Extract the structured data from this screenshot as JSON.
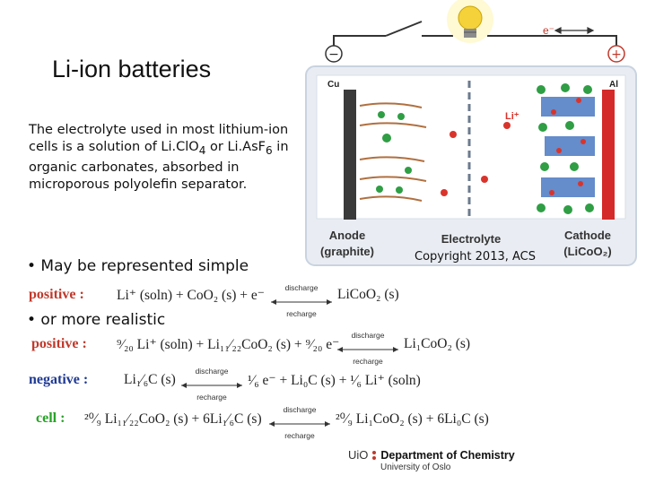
{
  "slide": {
    "title": "Li-ion batteries",
    "paragraph": {
      "part1": "The electrolyte used in most lithium-ion cells is a solution of ",
      "f1": "Li.ClO",
      "f1_sub": "4",
      "or": " or ",
      "f2": "Li.AsF",
      "f2_sub": "6",
      "part2": " in organic carbonates, absorbed in microporous polyolefin separator."
    },
    "bullet1": "• May be represented simple",
    "bullet2": "• or more realistic",
    "copyright": "Copyright 2013, ACS"
  },
  "diagram": {
    "minus_sign": "−",
    "plus_sign": "+",
    "electron": "e⁻",
    "cu_label": "Cu",
    "al_label": "Al",
    "li_label": "Li⁺",
    "anode_label": "Anode",
    "anode_sub": "(graphite)",
    "electrolyte_label": "Electrolyte",
    "cathode_label": "Cathode",
    "cathode_sub": "(LiCoO₂)"
  },
  "equations": {
    "simple_positive": {
      "label": "positive :",
      "left": "Li⁺ (soln) + CoO₂ (s) + e⁻",
      "top": "discharge",
      "bottom": "recharge",
      "right": "LiCoO₂ (s)"
    },
    "real_positive": {
      "label": "positive :",
      "left": "⁹⁄₂₀ Li⁺ (soln) + Li₁₁⁄₂₂CoO₂ (s) + ⁹⁄₂₀ e⁻",
      "top": "discharge",
      "bottom": "recharge",
      "right": "Li₁CoO₂ (s)"
    },
    "real_negative": {
      "label": "negative :",
      "left": "Li₁⁄₆C (s)",
      "top": "discharge",
      "bottom": "recharge",
      "right": "¹⁄₆ e⁻ + Li₀C (s) + ¹⁄₆ Li⁺ (soln)"
    },
    "real_cell": {
      "label": "cell :",
      "left": "²⁰⁄₉ Li₁₁⁄₂₂CoO₂ (s) + 6Li₁⁄₆C (s)",
      "top": "discharge",
      "bottom": "recharge",
      "right": "²⁰⁄₉ Li₁CoO₂ (s) + 6Li₀C (s)"
    }
  },
  "footer": {
    "org_short": "UiO",
    "dept": "Department of Chemistry",
    "university": "University of Oslo"
  },
  "colors": {
    "positive": "#c0392b",
    "negative": "#1f3a93",
    "cell": "#27a327",
    "cathode": "#d42a2a",
    "anode": "#3a3a3a",
    "panel": "#e8ecf2",
    "li_ion": "#d9342b",
    "lithium": "#2f9e44"
  }
}
